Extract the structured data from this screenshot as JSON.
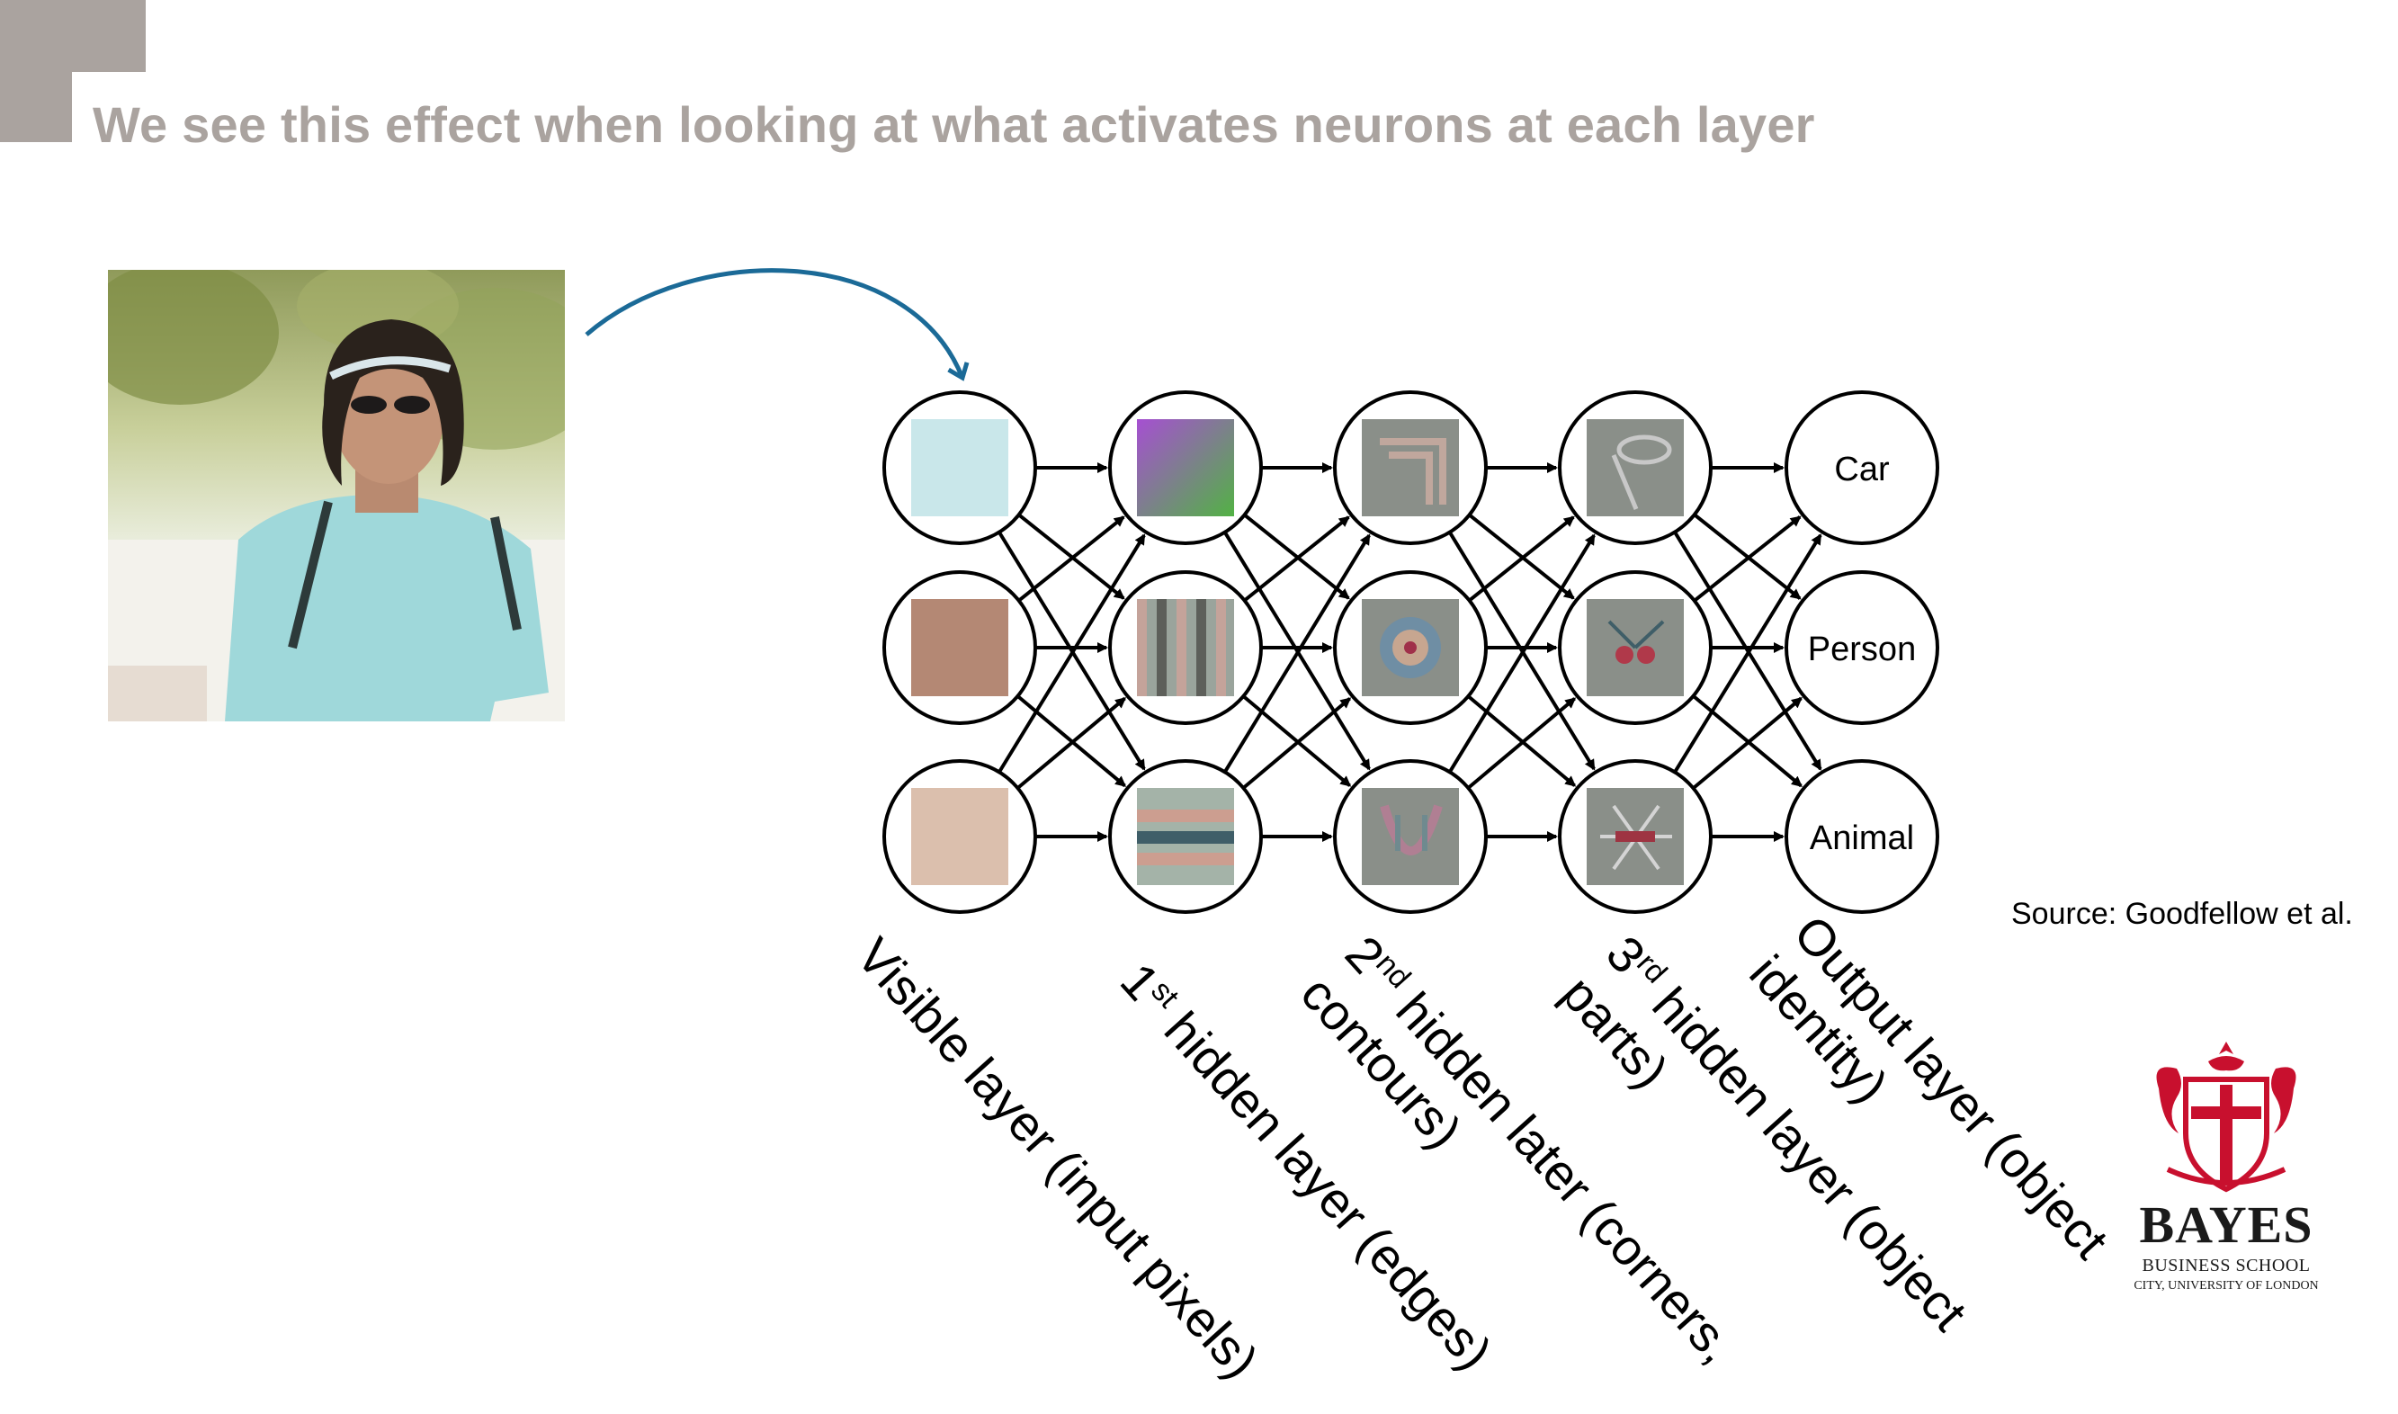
{
  "slide": {
    "title": "We see this effect when looking at what activates neurons at each layer",
    "source": "Source: Goodfellow et al."
  },
  "colors": {
    "accent": "#aaa39f",
    "arrow_blue": "#1b6a97",
    "logo_red": "#c8102e"
  },
  "network": {
    "layers": [
      {
        "key": "visible",
        "label_line1": "Visible layer (input pixels)",
        "label_line2": ""
      },
      {
        "key": "hidden1",
        "ord_num": "1",
        "ord_sup": "st",
        "label_line1": " hidden layer (edges)",
        "label_line2": ""
      },
      {
        "key": "hidden2",
        "ord_num": "2",
        "ord_sup": "nd",
        "label_line1": " hidden later (corners,",
        "label_line2": "contours)"
      },
      {
        "key": "hidden3",
        "ord_num": "3",
        "ord_sup": "rd",
        "label_line1": " hidden layer (object",
        "label_line2": "parts)"
      },
      {
        "key": "output",
        "label_line1": "Output layer (object",
        "label_line2": "identity)"
      }
    ],
    "outputs": [
      "Car",
      "Person",
      "Animal"
    ],
    "visible_pixel_colors": [
      "#c9e7ea",
      "#b48874",
      "#dbbfad"
    ]
  },
  "logo": {
    "name": "BAYES",
    "sub": "BUSINESS SCHOOL",
    "sub2": "CITY, UNIVERSITY OF LONDON"
  }
}
